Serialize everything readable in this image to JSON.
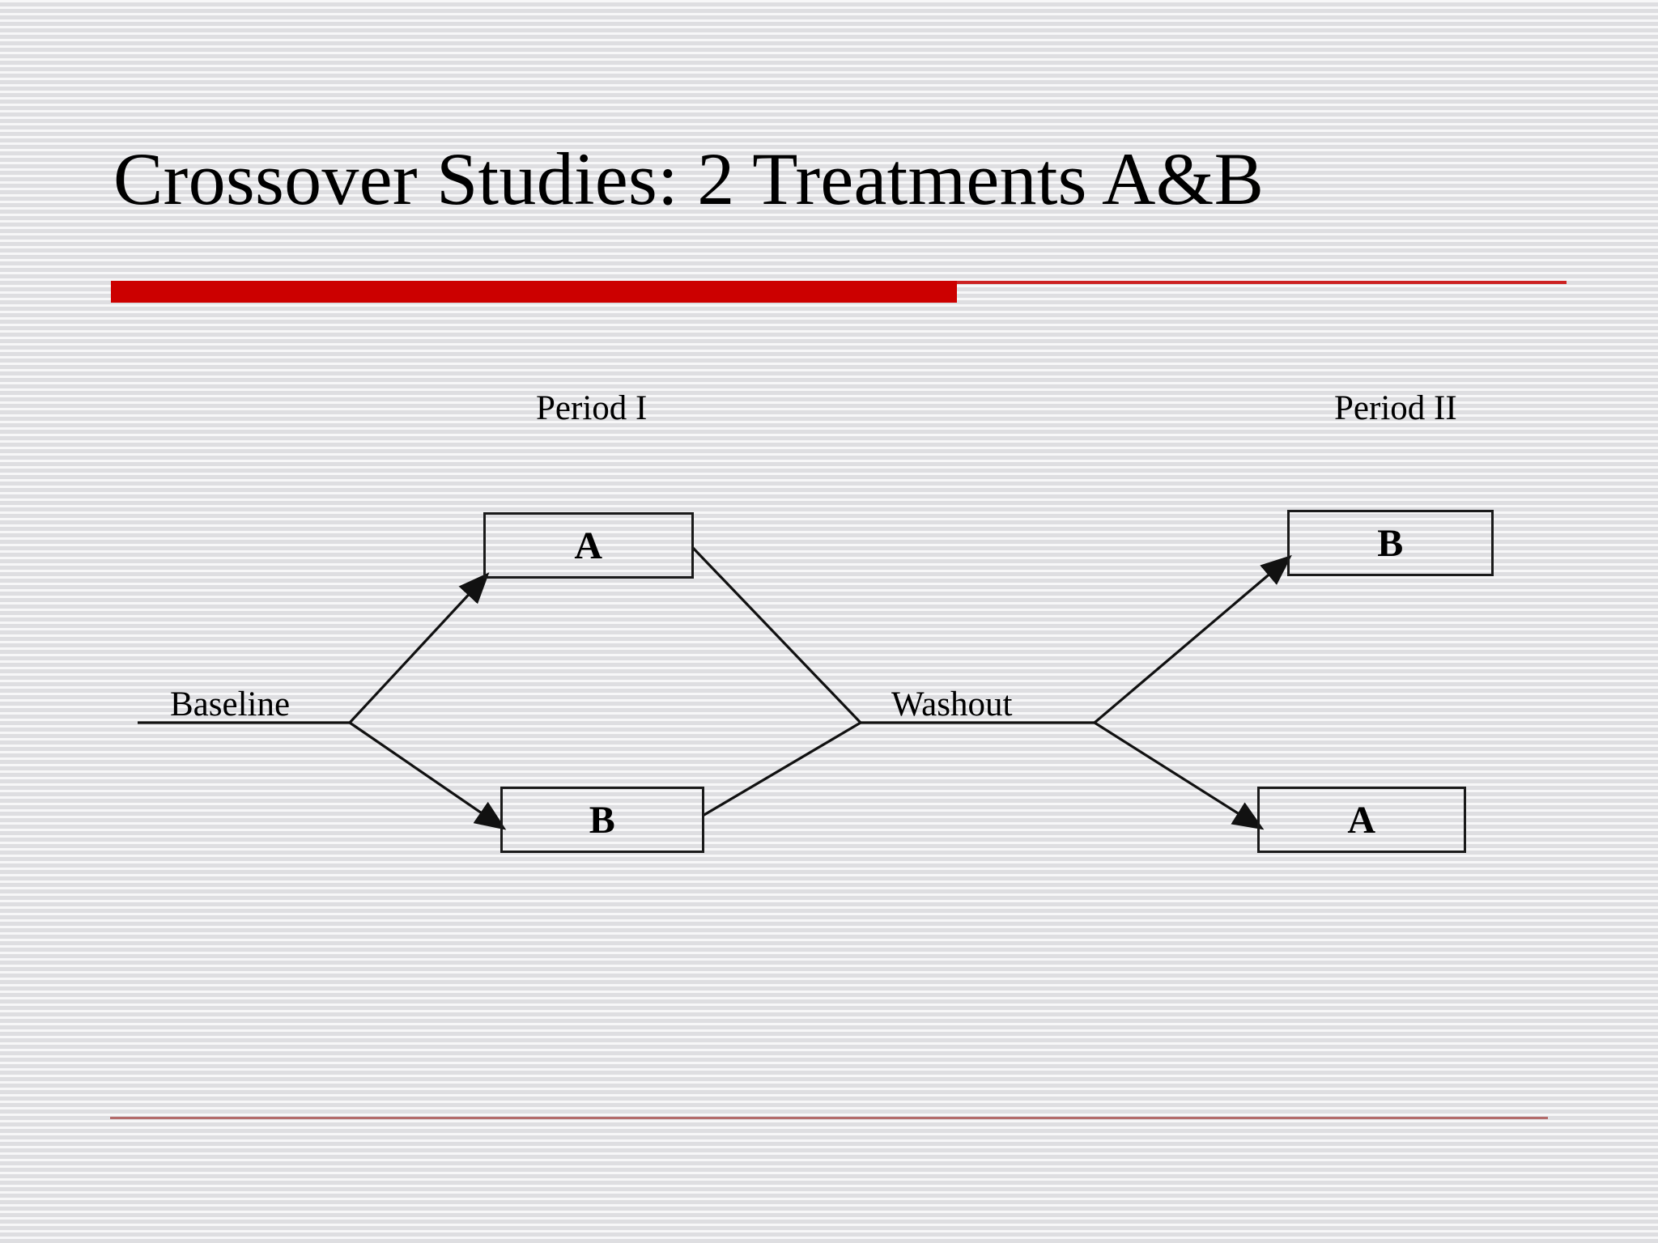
{
  "slide": {
    "title": "Crossover Studies: 2 Treatments A&B",
    "theme": {
      "accent_red": "#cc0000",
      "rule_red": "#cc2222",
      "footer_rule": "#b36b6b",
      "background_light": "#f7f7f8",
      "background_stripe": "#dedee1",
      "text": "#000000",
      "box_border": "#1a1a1a"
    }
  },
  "diagram": {
    "type": "flow",
    "period_headings": [
      {
        "id": "period-1",
        "label": "Period I"
      },
      {
        "id": "period-2",
        "label": "Period II"
      }
    ],
    "spine_nodes": [
      {
        "id": "baseline",
        "label": "Baseline"
      },
      {
        "id": "washout",
        "label": "Washout"
      }
    ],
    "boxes": [
      {
        "id": "box-p1-top",
        "label": "A",
        "period": "Period I",
        "arm": "upper"
      },
      {
        "id": "box-p1-bottom",
        "label": "B",
        "period": "Period I",
        "arm": "lower"
      },
      {
        "id": "box-p2-top",
        "label": "B",
        "period": "Period II",
        "arm": "upper"
      },
      {
        "id": "box-p2-bottom",
        "label": "A",
        "period": "Period II",
        "arm": "lower"
      }
    ],
    "edges": [
      {
        "from": "baseline",
        "to": "box-p1-top",
        "arrow": true
      },
      {
        "from": "baseline",
        "to": "box-p1-bottom",
        "arrow": true
      },
      {
        "from": "box-p1-top",
        "to": "washout",
        "arrow": false
      },
      {
        "from": "box-p1-bottom",
        "to": "washout",
        "arrow": false
      },
      {
        "from": "washout",
        "to": "box-p2-top",
        "arrow": true
      },
      {
        "from": "washout",
        "to": "box-p2-bottom",
        "arrow": true
      }
    ]
  }
}
